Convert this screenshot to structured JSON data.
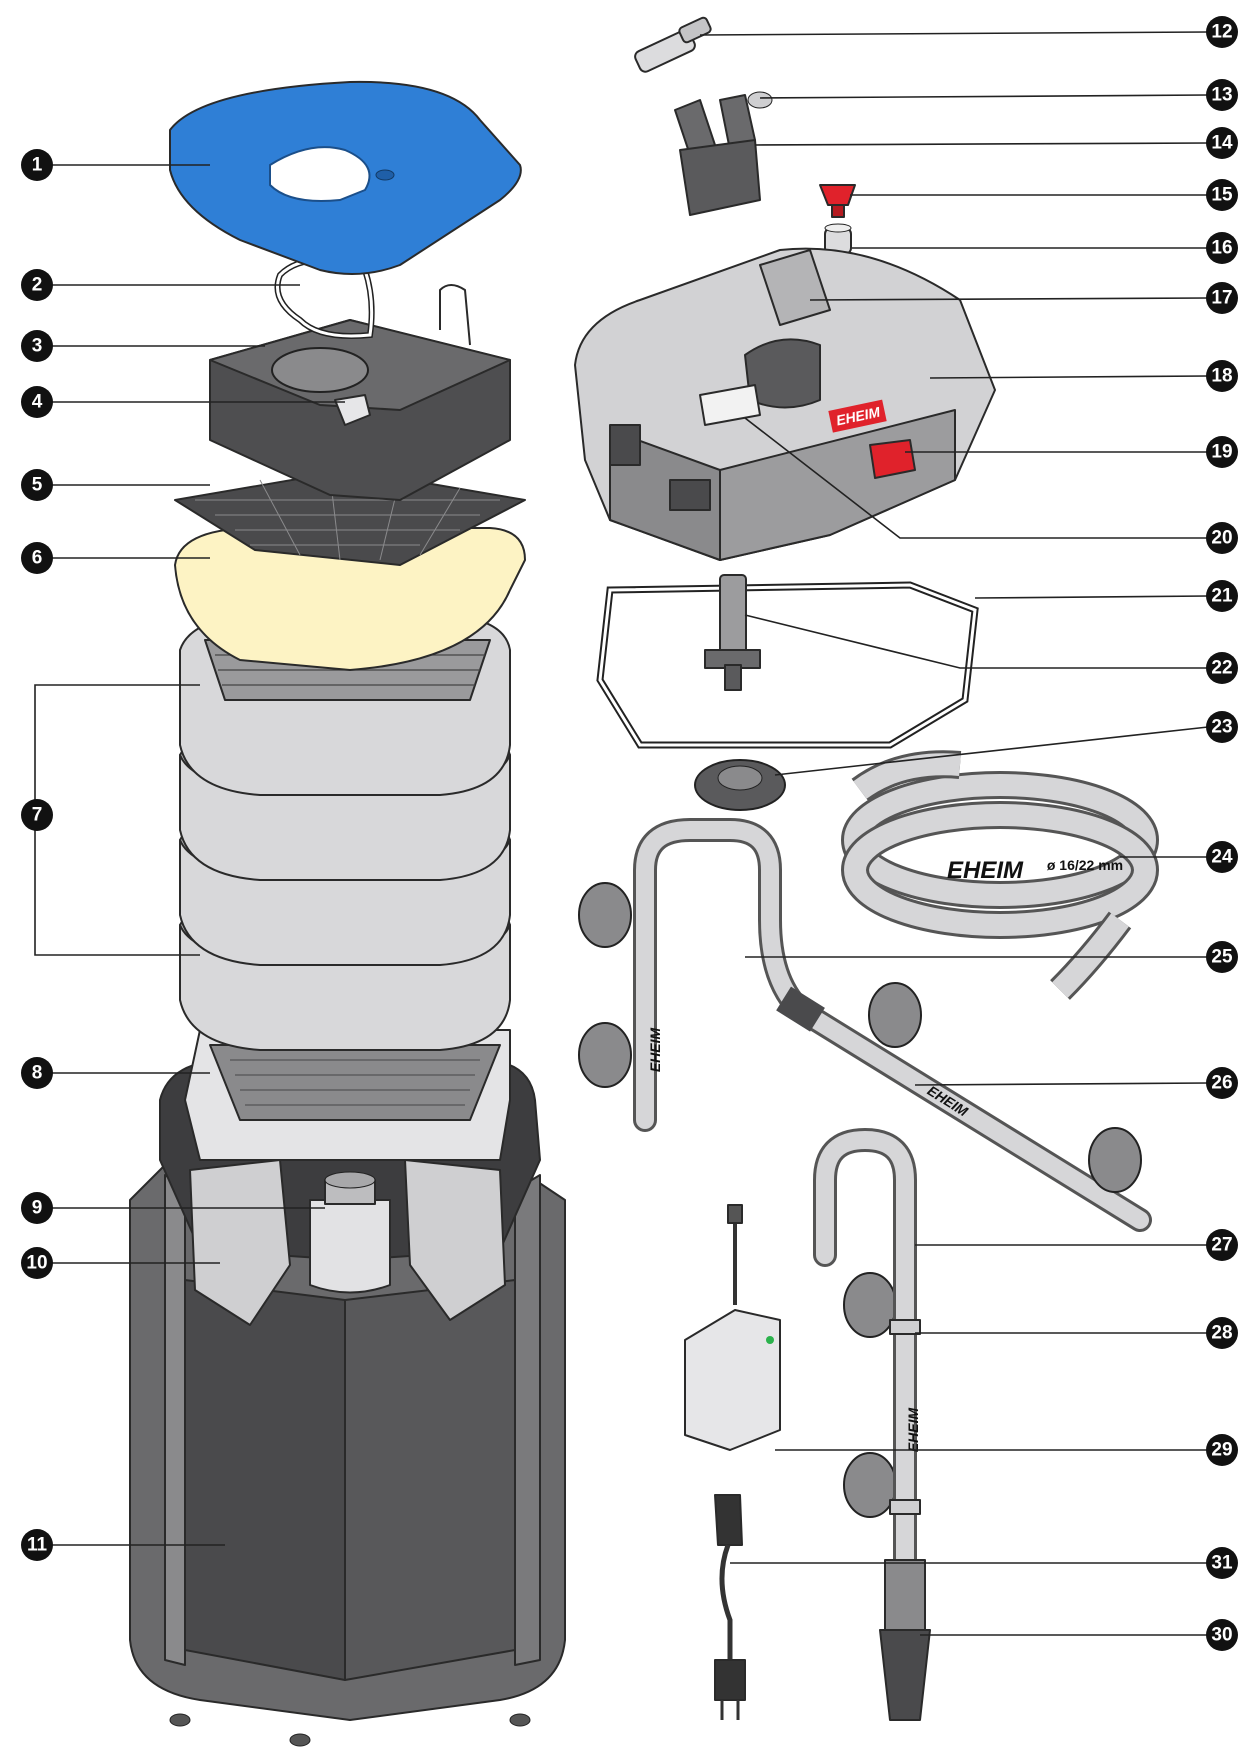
{
  "brand": "EHEIM",
  "hose_label": "ø 16/22 mm",
  "colors": {
    "lid_blue": "#2f7fd6",
    "fleece_yellow": "#fdf3c4",
    "canister_dark": "#5a5a5c",
    "module_grey": "#d6d6d8",
    "accent_red": "#e0222b"
  },
  "callouts": [
    "1",
    "2",
    "3",
    "4",
    "5",
    "6",
    "7",
    "8",
    "9",
    "10",
    "11",
    "12",
    "13",
    "14",
    "15",
    "16",
    "17",
    "18",
    "19",
    "20",
    "21",
    "22",
    "23",
    "24",
    "25",
    "26",
    "27",
    "28",
    "29",
    "30",
    "31"
  ]
}
